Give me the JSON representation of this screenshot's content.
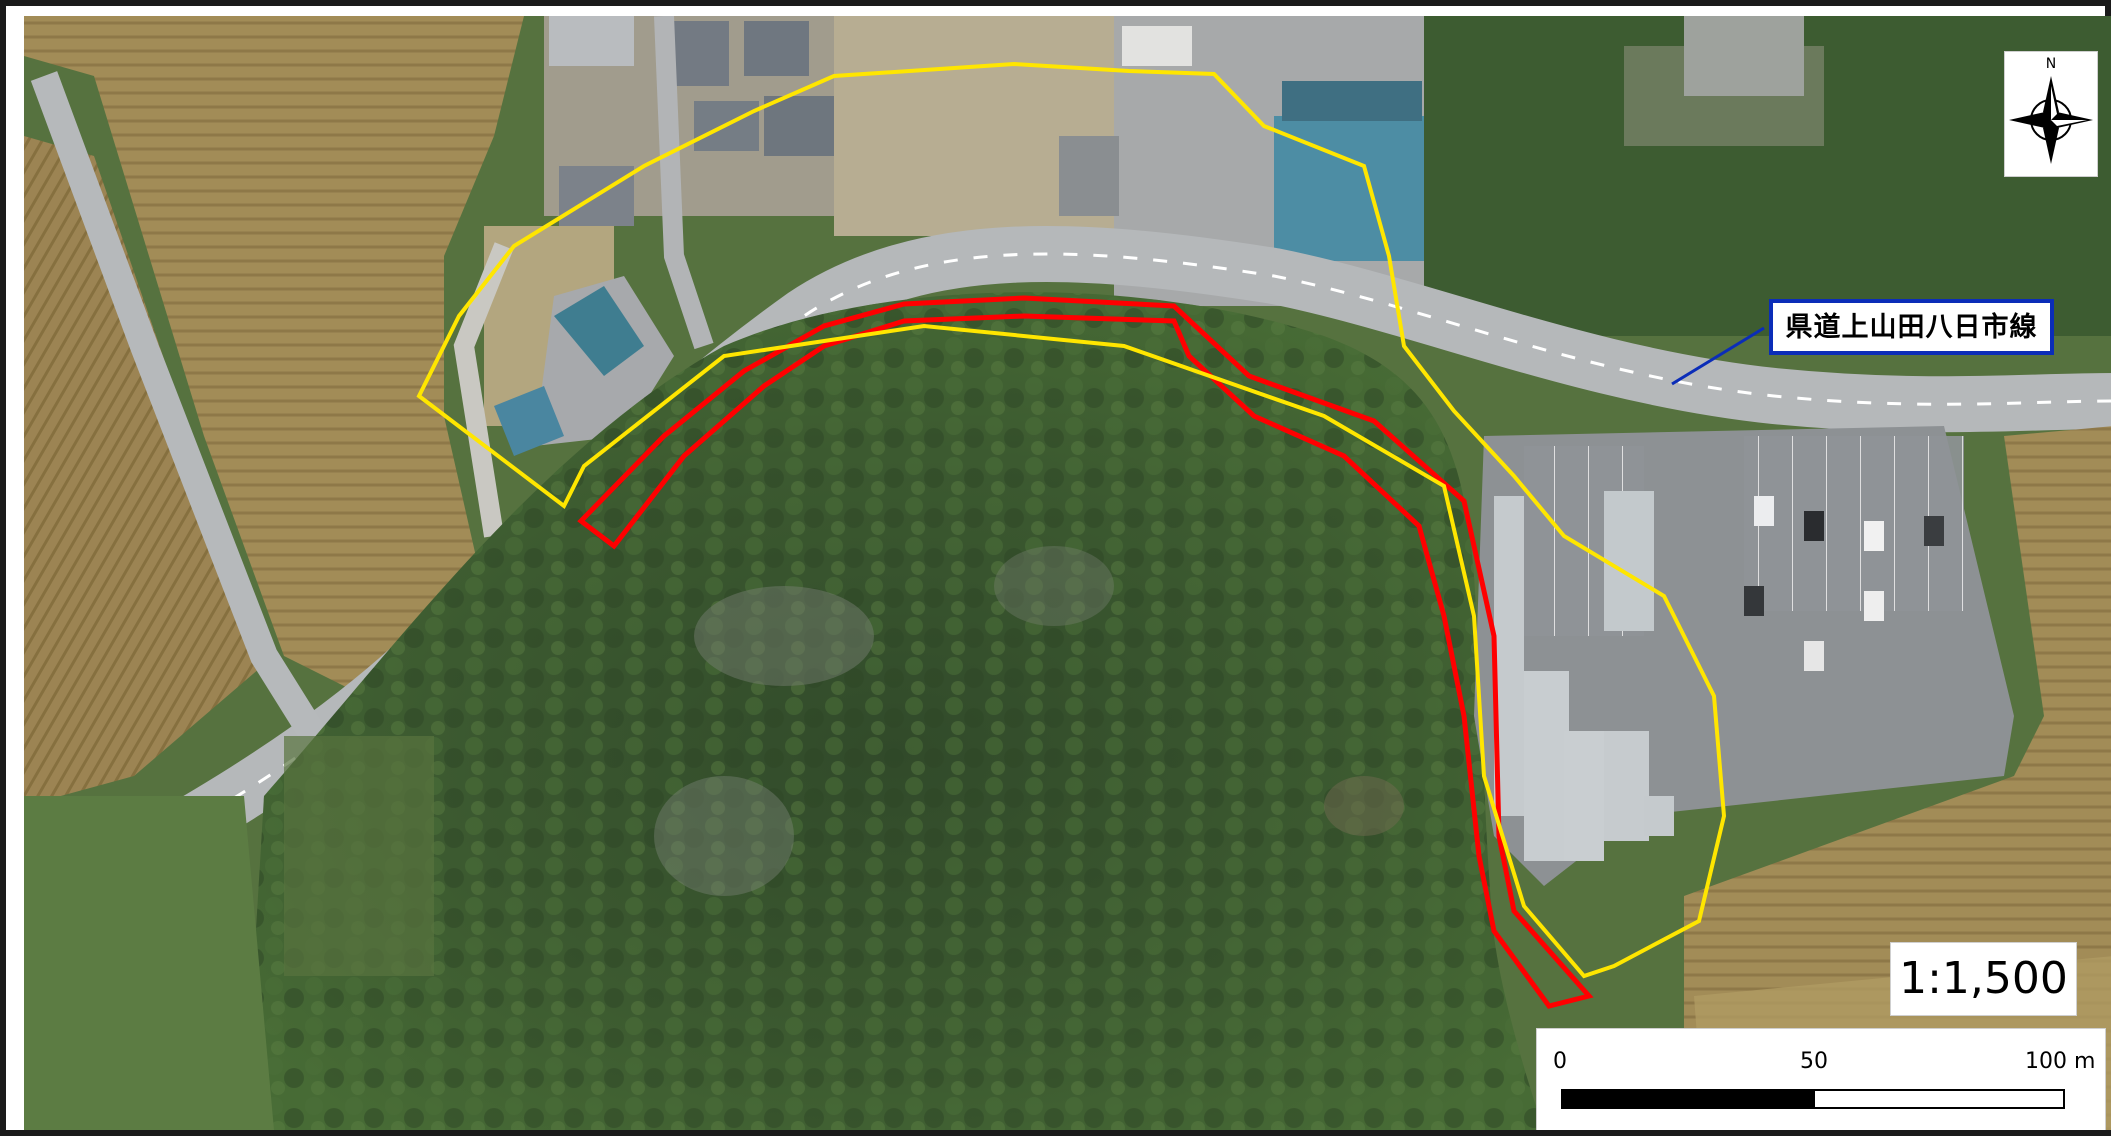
{
  "map": {
    "road_label": "県道上山田八日市線",
    "compass_north": "N",
    "scale_ratio": "1:1,500",
    "scale_ticks": [
      "0",
      "50",
      "100 m"
    ],
    "icons": [
      "compass-rose-icon"
    ],
    "colors": {
      "study_area_outline": "#ffe600",
      "target_area_outline": "#ff0000",
      "label_border": "#0b2db8"
    }
  }
}
